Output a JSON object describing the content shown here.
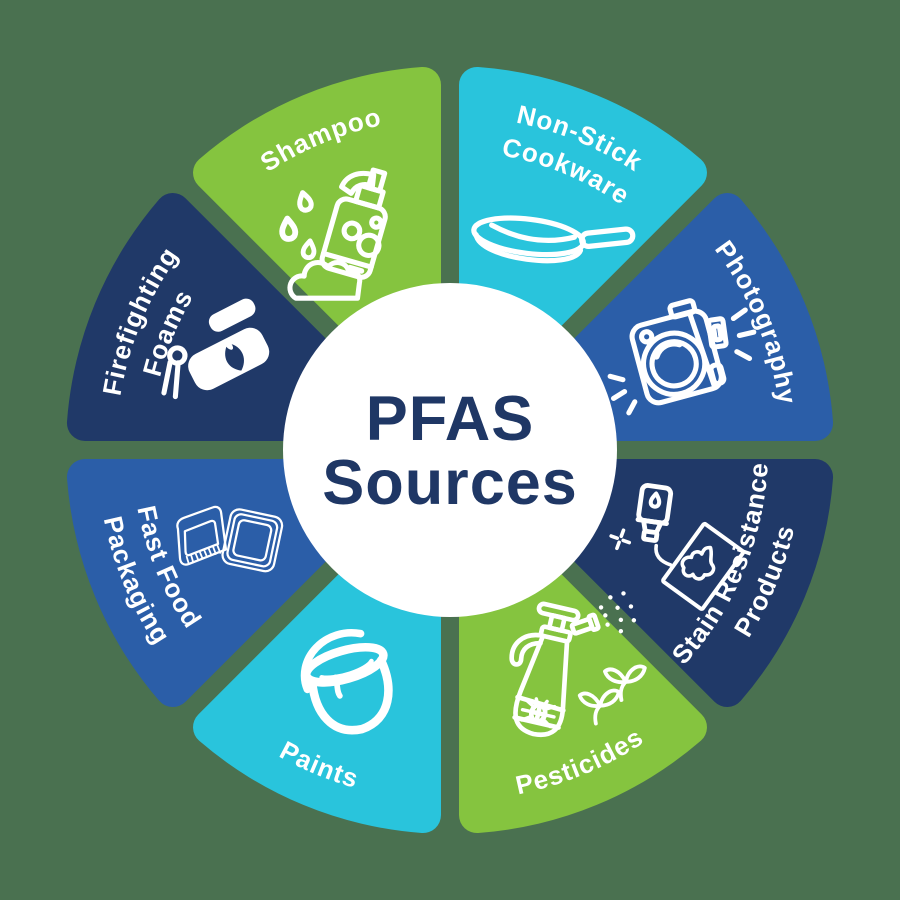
{
  "title": {
    "line1": "PFAS",
    "line2": "Sources"
  },
  "colors": {
    "background": "#4A7150",
    "green": "#85C43F",
    "cyan": "#29C4DC",
    "blue": "#2B5EA8",
    "navy": "#203968",
    "center_circle": "#FFFFFF",
    "title_text": "#1F3765",
    "label_text": "#FFFFFF"
  },
  "segments": [
    {
      "id": "shampoo",
      "label_lines": [
        "Shampoo"
      ],
      "color": "green",
      "icon": "shampoo-pump-bottle-icon"
    },
    {
      "id": "non-stick-cookware",
      "label_lines": [
        "Non-Stick",
        "Cookware"
      ],
      "color": "cyan",
      "icon": "frying-pan-icon"
    },
    {
      "id": "photography",
      "label_lines": [
        "Photography"
      ],
      "color": "blue",
      "icon": "camera-icon"
    },
    {
      "id": "stain-resistance-products",
      "label_lines": [
        "Stain Resistance",
        "Products"
      ],
      "color": "navy",
      "icon": "stain-remover-bottle-icon"
    },
    {
      "id": "pesticides",
      "label_lines": [
        "Pesticides"
      ],
      "color": "green",
      "icon": "pesticide-sprayer-icon"
    },
    {
      "id": "paints",
      "label_lines": [
        "Paints"
      ],
      "color": "cyan",
      "icon": "paint-bucket-icon"
    },
    {
      "id": "fast-food-packaging",
      "label_lines": [
        "Fast Food",
        "Packaging"
      ],
      "color": "blue",
      "icon": "takeout-container-icon"
    },
    {
      "id": "firefighting-foams",
      "label_lines": [
        "Firefighting",
        "Foams"
      ],
      "color": "navy",
      "icon": "fire-extinguisher-icon"
    }
  ]
}
